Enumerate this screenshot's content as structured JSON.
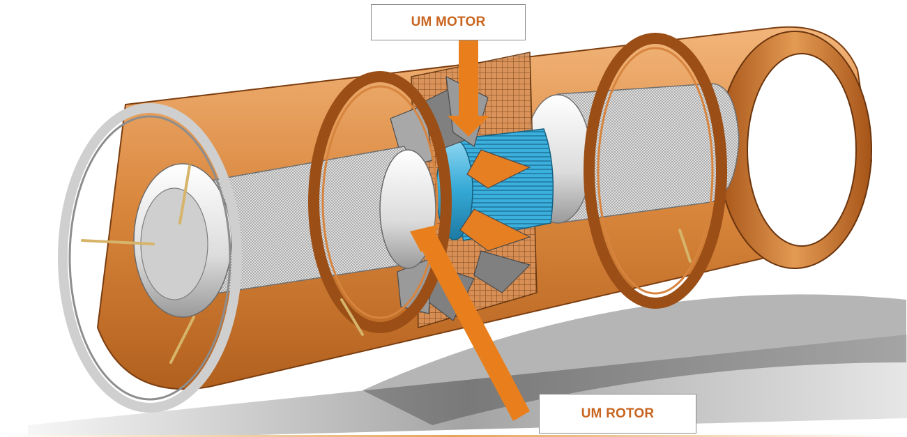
{
  "labels": {
    "motor": "UM MOTOR",
    "rotor": "UM ROTOR"
  },
  "colors": {
    "label_text": "#c8641e",
    "arrow": "#e87f1c",
    "housing": "#c8732c",
    "housing_dark": "#8a4413",
    "motor_body": "#3cb0dc",
    "blade": "#7f7f7f",
    "mesh": "#b9b9b9",
    "footer_line": "#e6a45a"
  },
  "parts": {
    "motor": "electric-motor",
    "rotor": "fan-rotor",
    "housing": "cylindrical-duct-housing",
    "silencer": "mesh-silencer-pod"
  }
}
